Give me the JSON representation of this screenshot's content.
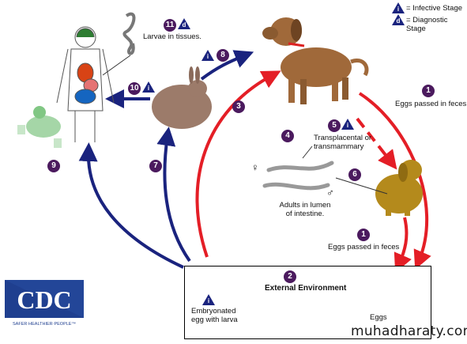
{
  "legend": {
    "infective_letter": "i",
    "infective_label": "= Infective Stage",
    "diagnostic_letter": "d",
    "diagnostic_label": "= Diagnostic Stage"
  },
  "steps": {
    "s1a": {
      "num": "1",
      "label": "Eggs passed in feces"
    },
    "s1b": {
      "num": "1",
      "label": "Eggs passed in feces"
    },
    "s2": {
      "num": "2",
      "label": "External Environment"
    },
    "s3": {
      "num": "3"
    },
    "s4": {
      "num": "4"
    },
    "s5": {
      "num": "5",
      "label": "Transplacental or transmammary"
    },
    "s6": {
      "num": "6"
    },
    "s7": {
      "num": "7"
    },
    "s8": {
      "num": "8"
    },
    "s9": {
      "num": "9"
    },
    "s10": {
      "num": "10"
    },
    "s11": {
      "num": "11",
      "label": "Larvae in tissues."
    }
  },
  "labels": {
    "adults": "Adults in lumen of intestine.",
    "adults_l1": "Adults in lumen",
    "adults_l2": "of intestine.",
    "eggs": "Eggs",
    "embryonated_l1": "Embryonated",
    "embryonated_l2": "egg with larva",
    "female_symbol": "♀",
    "male_symbol": "♂"
  },
  "logo": {
    "text": "CDC",
    "tagline": "SAFER·HEALTHIER·PEOPLE™"
  },
  "watermark": "muhadharaty.com",
  "colors": {
    "red_arrow": "#e41e26",
    "blue_arrow": "#1a237e",
    "badge": "#4b1a5e",
    "logo_blue": "#1f3f8f"
  }
}
